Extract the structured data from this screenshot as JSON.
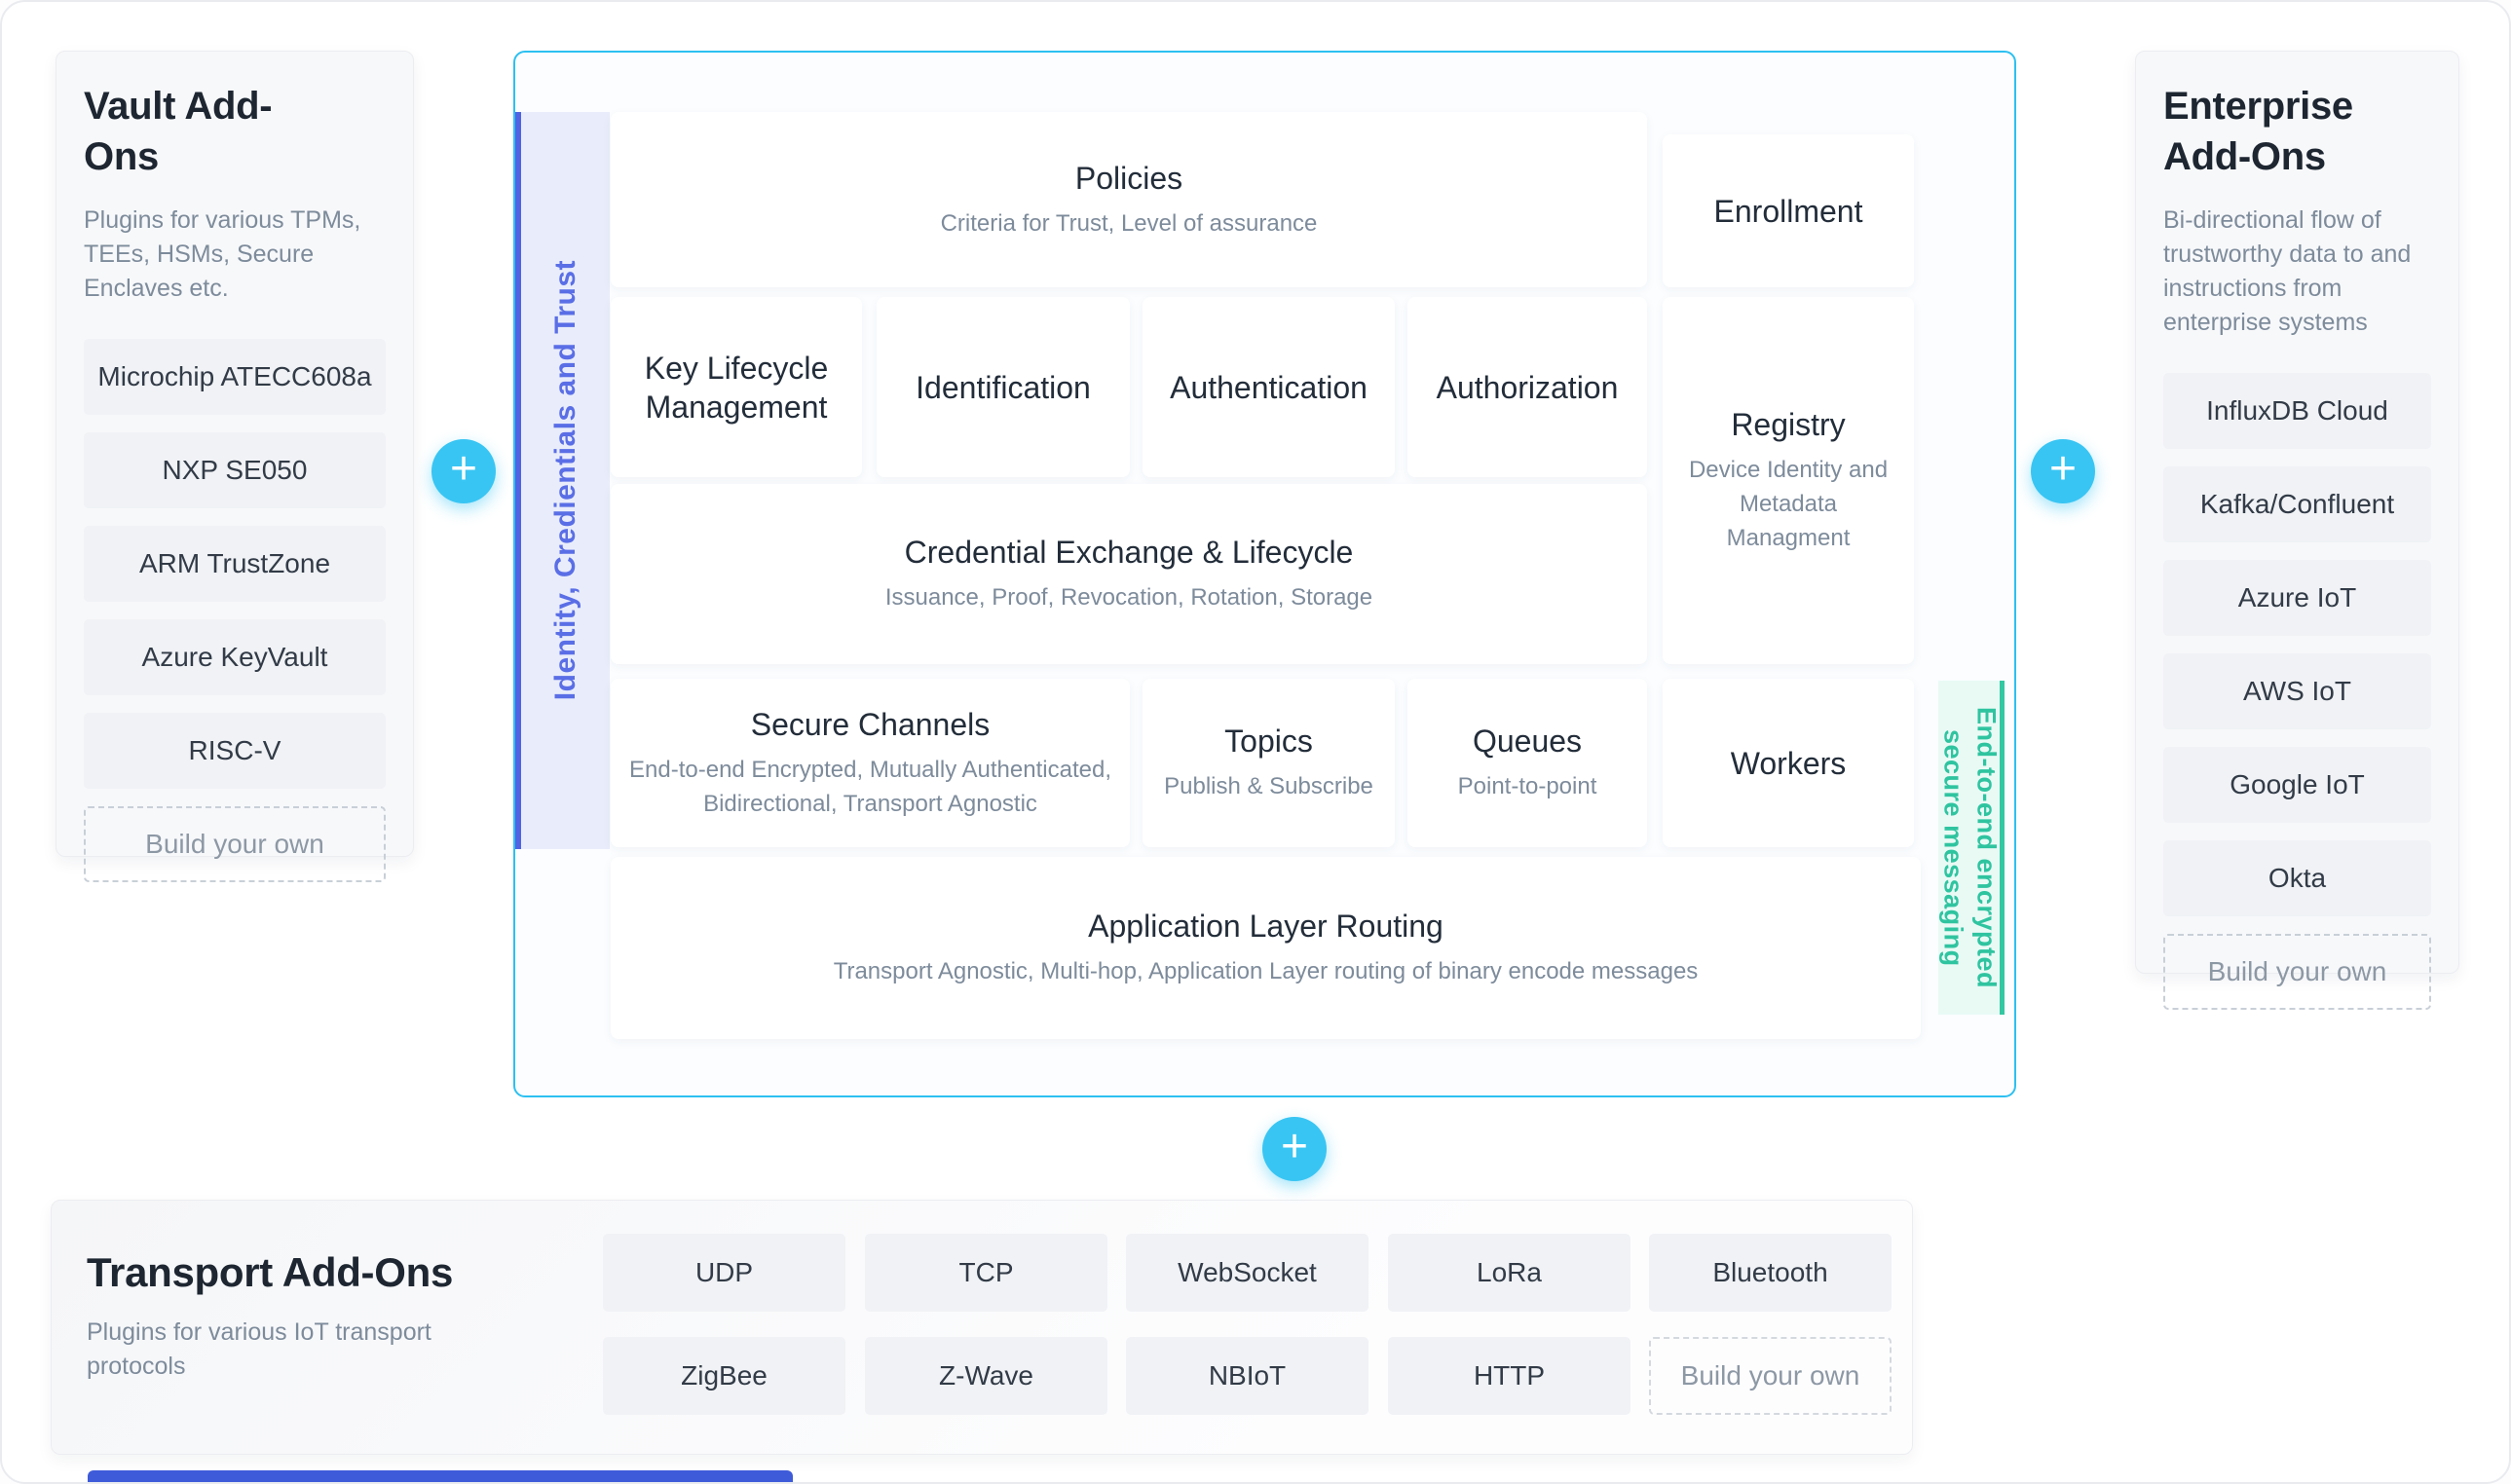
{
  "vault": {
    "title": "Vault Add-Ons",
    "subtitle": "Plugins for various TPMs, TEEs, HSMs, Secure Enclaves etc.",
    "items": [
      "Microchip ATECC608a",
      "NXP SE050",
      "ARM TrustZone",
      "Azure KeyVault",
      "RISC-V"
    ],
    "build_your_own": "Build your own"
  },
  "enterprise": {
    "title": "Enterprise Add-Ons",
    "subtitle": "Bi-directional flow of trustworthy data to and instructions from enterprise systems",
    "items": [
      "InfluxDB Cloud",
      "Kafka/Confluent",
      "Azure IoT",
      "AWS IoT",
      "Google IoT",
      "Okta"
    ],
    "build_your_own": "Build your own"
  },
  "transport": {
    "title": "Transport Add-Ons",
    "subtitle": "Plugins for various IoT transport protocols",
    "items_row1": [
      "UDP",
      "TCP",
      "WebSocket",
      "LoRa",
      "Bluetooth"
    ],
    "items_row2": [
      "ZigBee",
      "Z-Wave",
      "NBIoT",
      "HTTP"
    ],
    "build_your_own": "Build your own"
  },
  "core": {
    "left_rail": "Identity, Credientials and Trust",
    "right_rail_line1": "End-to-end encrypted",
    "right_rail_line2": "secure messaging",
    "boxes": {
      "policies": {
        "title": "Policies",
        "subtitle": "Criteria for Trust, Level of assurance"
      },
      "enrollment": {
        "title": "Enrollment"
      },
      "key_lifecycle": {
        "title": "Key Lifecycle Management"
      },
      "identification": {
        "title": "Identification"
      },
      "authentication": {
        "title": "Authentication"
      },
      "authorization": {
        "title": "Authorization"
      },
      "registry": {
        "title": "Registry",
        "subtitle": "Device Identity and Metadata Managment"
      },
      "credential_exchange": {
        "title": "Credential Exchange & Lifecycle",
        "subtitle": "Issuance, Proof, Revocation, Rotation, Storage"
      },
      "secure_channels": {
        "title": "Secure Channels",
        "subtitle": "End-to-end Encrypted, Mutually Authenticated, Bidirectional, Transport Agnostic"
      },
      "topics": {
        "title": "Topics",
        "subtitle": "Publish & Subscribe"
      },
      "queues": {
        "title": "Queues",
        "subtitle": "Point-to-point"
      },
      "workers": {
        "title": "Workers"
      },
      "app_routing": {
        "title": "Application Layer Routing",
        "subtitle": "Transport Agnostic, Multi-hop, Application Layer routing of binary encode messages"
      }
    }
  },
  "icons": {
    "plus": "+"
  },
  "colors": {
    "accent_cyan": "#38C5F3",
    "core_border_cyan": "#2CC0F1",
    "rail_blue": "#5A6EE6",
    "rail_blue_border": "#5163E2",
    "rail_teal": "#2FC4A0",
    "rail_teal_border": "#33C7A2",
    "peek_bar_blue": "#3E5BD9"
  }
}
